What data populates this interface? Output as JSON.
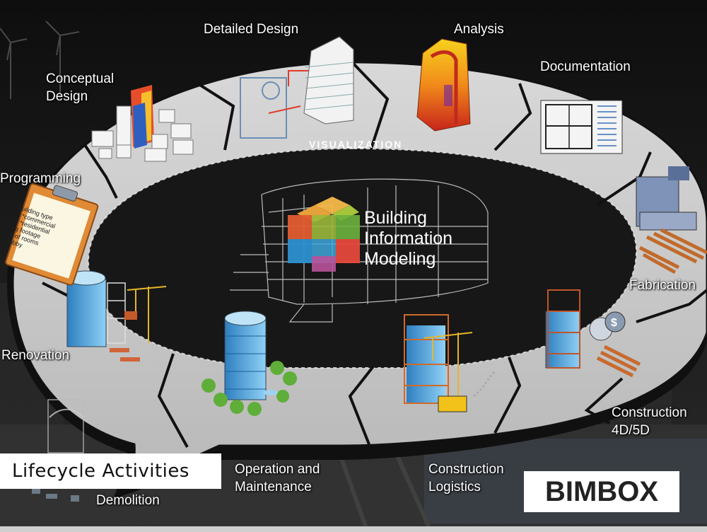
{
  "center": {
    "line1": "Building",
    "line2": "Information",
    "line3": "Modeling"
  },
  "ring_label": "VISUALIZATION",
  "stages": {
    "detailed_design": "Detailed Design",
    "analysis": "Analysis",
    "documentation": "Documentation",
    "conceptual_line1": "Conceptual",
    "conceptual_line2": "Design",
    "programming": "Programming",
    "fabrication": "Fabrication",
    "renovation": "Renovation",
    "construction_line1": "Construction",
    "construction_line2": "4D/5D",
    "operation_line1": "Operation and",
    "operation_line2": "Maintenance",
    "logistics_line1": "Construction",
    "logistics_line2": "Logistics",
    "demolition": "Demolition"
  },
  "clipboard_items": [
    "building type",
    "*commercial",
    "*residential",
    "sq footage",
    "# of rooms",
    "lobby"
  ],
  "caption": "Lifecycle Activities",
  "brand": "BIMBOX",
  "colors": {
    "ring": "#c9c9c9",
    "ring_dark": "#1a1a1a",
    "accent_red": "#e03a2a",
    "building_blue": "#5fb8e8",
    "analysis_orange": "#f2a019"
  }
}
